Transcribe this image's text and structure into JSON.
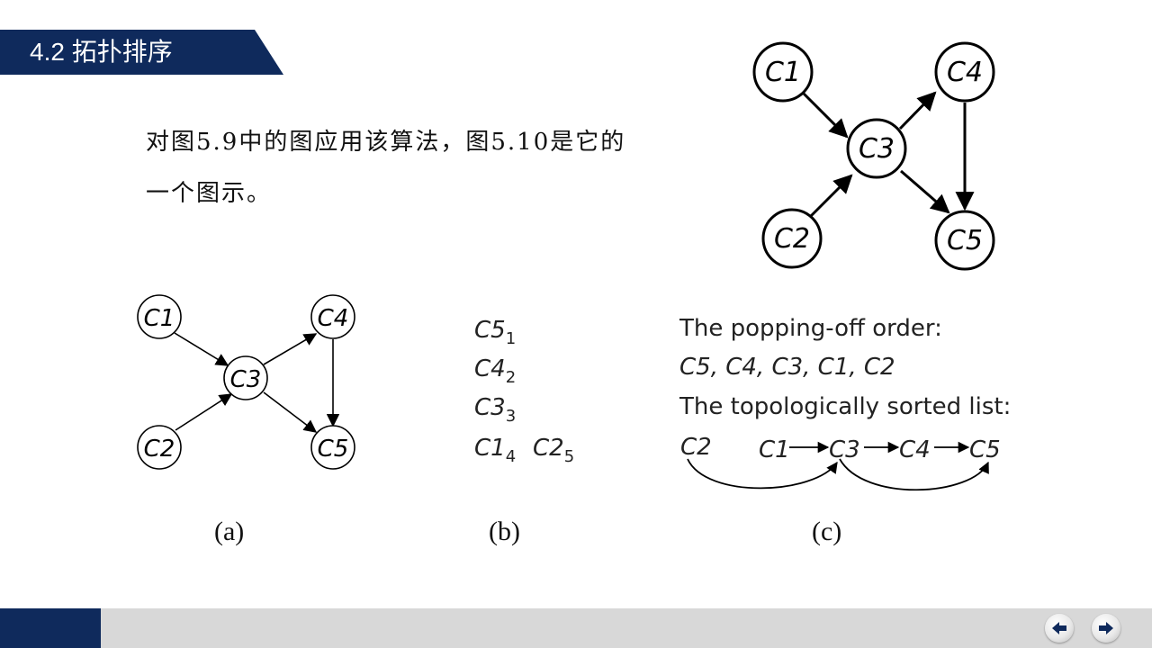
{
  "header": {
    "title": "4.2  拓扑排序"
  },
  "body": {
    "line1": "对图5.9中的图应用该算法，图5.10是它的",
    "line2": "一个图示。"
  },
  "graph_top": {
    "nodes": [
      {
        "label": "C1"
      },
      {
        "label": "C4"
      },
      {
        "label": "C3"
      },
      {
        "label": "C2"
      },
      {
        "label": "C5"
      }
    ]
  },
  "graph_a": {
    "nodes": [
      {
        "label": "C1"
      },
      {
        "label": "C4"
      },
      {
        "label": "C3"
      },
      {
        "label": "C2"
      },
      {
        "label": "C5"
      }
    ],
    "caption": "(a)"
  },
  "panel_b": {
    "rows": [
      {
        "node": "C5",
        "index": "1"
      },
      {
        "node": "C4",
        "index": "2"
      },
      {
        "node": "C3",
        "index": "3"
      },
      {
        "node": "C1",
        "index": "4"
      },
      {
        "node": "C2",
        "index": "5"
      }
    ],
    "caption": "(b)"
  },
  "panel_c": {
    "popping_title": "The popping-off order:",
    "popping_order": "C5, C4, C3, C1, C2",
    "sorted_title": "The topologically sorted list:",
    "sorted_nodes": [
      "C2",
      "C1",
      "C3",
      "C4",
      "C5"
    ],
    "caption": "(c)"
  },
  "footer": {
    "prev_icon": "arrow-left-icon",
    "next_icon": "arrow-right-icon"
  }
}
